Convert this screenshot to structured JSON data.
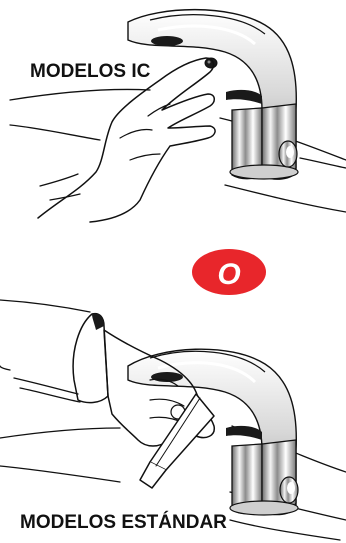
{
  "labels": {
    "ic_models": "MODELOS IC",
    "or_word": "O",
    "standard_models": "MODELOS ESTÁNDAR"
  },
  "colors": {
    "badge": "#e8262b",
    "badge_text": "#ffffff",
    "ink": "#111111",
    "chrome_dark": "#1a1a1a",
    "chrome_mid": "#9a9a9a",
    "chrome_light": "#f2f2f2"
  },
  "icons": {
    "top_panel": "faucet-with-hand-touching-sensor",
    "bottom_panel": "faucet-with-hand-and-hex-key",
    "badge": "red-oval-badge"
  }
}
